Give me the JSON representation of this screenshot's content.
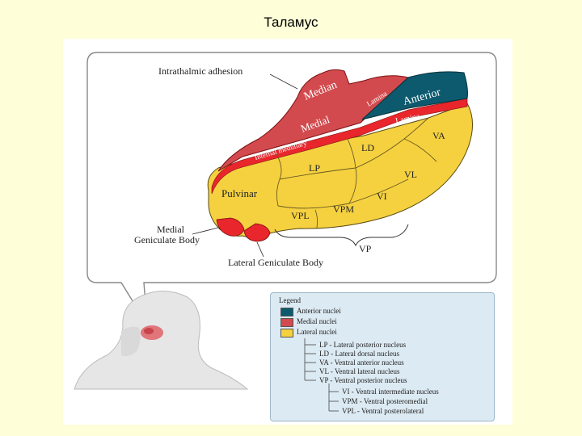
{
  "title": "Таламус",
  "labels": {
    "intrathalmic_adhesion": "Intrathalmic adhesion",
    "median": "Median",
    "lamina_top": "Lamina",
    "anterior": "Anterior",
    "lamina": "Lamina",
    "medial": "Medial",
    "internal_medullary": "Internal medullary",
    "va": "VA",
    "ld": "LD",
    "lp": "LP",
    "vl": "VL",
    "pulvinar": "Pulvinar",
    "vi": "VI",
    "vpm": "VPM",
    "vpl": "VPL",
    "medial_geniculate_1": "Medial",
    "medial_geniculate_2": "Geniculate Body",
    "vp": "VP",
    "lateral_geniculate": "Lateral Geniculate Body"
  },
  "legend": {
    "title": "Legend",
    "anterior": "Anterior nuclei",
    "medial": "Medial nuclei",
    "lateral": "Lateral nuclei",
    "lp": "LP - Lateral posterior nucleus",
    "ld": "LD - Lateral dorsal nucleus",
    "va": "VA - Ventral anterior nucleus",
    "vl": "VL - Ventral lateral nucleus",
    "vp": "VP - Ventral posterior nucleus",
    "vi": "VI - Ventral intermediate nucleus",
    "vpm": "VPM - Ventral posteromedial",
    "vpl": "VPL - Ventral posterolateral"
  },
  "colors": {
    "anterior": "#0d5a6e",
    "medial": "#d24a4e",
    "lateral": "#f5d140",
    "red_band": "#e8262c"
  }
}
